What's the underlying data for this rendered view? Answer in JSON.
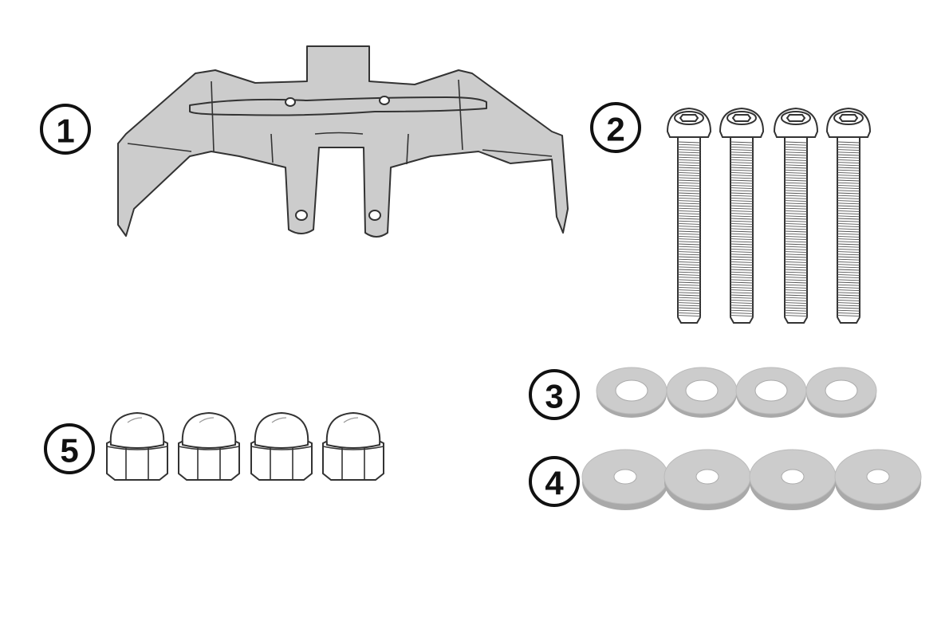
{
  "colors": {
    "part_fill": "#cccccc",
    "outline": "#333333",
    "washer_edge": "#a9a9a9",
    "background": "#ffffff"
  },
  "callouts": [
    {
      "id": "1",
      "label": "1",
      "part": "mounting-bracket-icon"
    },
    {
      "id": "2",
      "label": "2",
      "part": "socket-head-bolt-icon",
      "count": 4
    },
    {
      "id": "3",
      "label": "3",
      "part": "small-washer-icon",
      "count": 4
    },
    {
      "id": "4",
      "label": "4",
      "part": "large-washer-icon",
      "count": 4
    },
    {
      "id": "5",
      "label": "5",
      "part": "acorn-nut-icon",
      "count": 4
    }
  ]
}
